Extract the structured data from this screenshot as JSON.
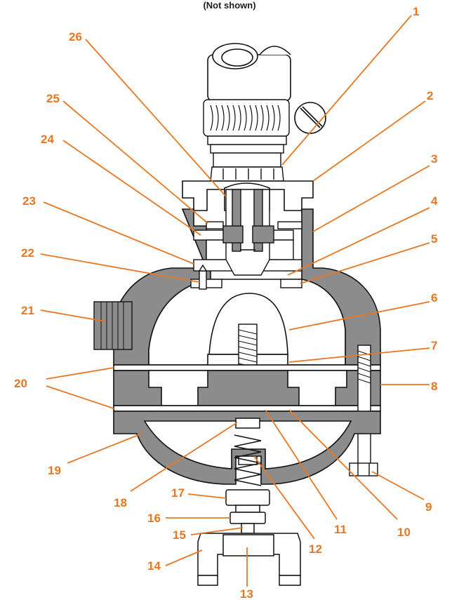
{
  "caption": "(Not shown)",
  "colors": {
    "accent": "#e87722",
    "body": "#8c8c8c",
    "outline": "#111111",
    "background": "#ffffff"
  },
  "callouts": [
    "1",
    "2",
    "3",
    "4",
    "5",
    "6",
    "7",
    "8",
    "9",
    "10",
    "11",
    "12",
    "13",
    "14",
    "15",
    "16",
    "17",
    "18",
    "19",
    "20",
    "21",
    "22",
    "23",
    "24",
    "25",
    "26"
  ]
}
